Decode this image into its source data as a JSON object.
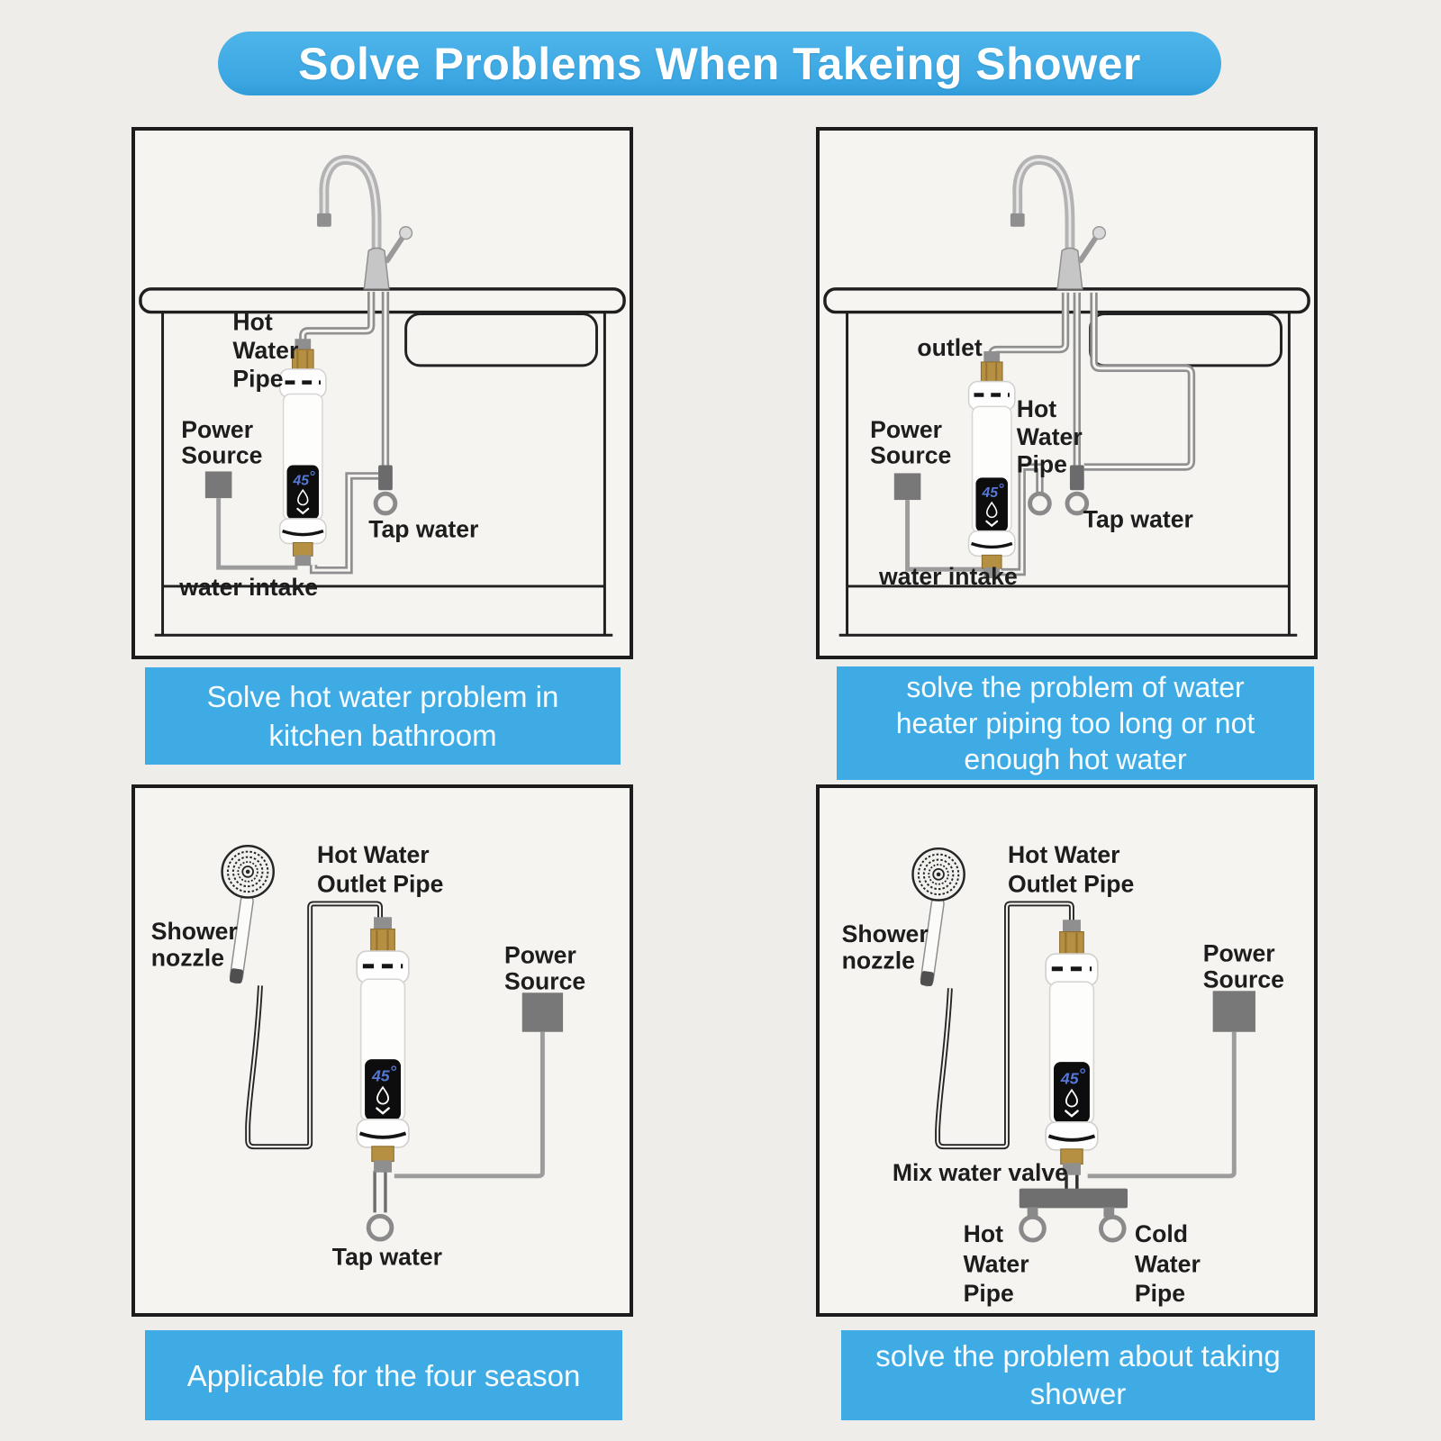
{
  "title": "Solve Problems When Takeing Shower",
  "colors": {
    "accent_blue": "#3fabe5",
    "panel_border": "#1c1c1c",
    "pipe_gray": "#8f8f8f",
    "power_gray": "#787878",
    "brass": "#b58f42",
    "display_blue": "#5577d6"
  },
  "heater": {
    "display_temp": "45"
  },
  "panels": {
    "kitchen": {
      "labels": {
        "hot_water_pipe": [
          "Hot",
          "Water",
          "Pipe"
        ],
        "power_source": [
          "Power",
          "Source"
        ],
        "tap_water": "Tap water",
        "water_intake": "water intake"
      },
      "caption_lines": [
        "Solve hot water problem in",
        "kitchen bathroom"
      ]
    },
    "piping": {
      "labels": {
        "outlet": "outlet",
        "power_source": [
          "Power",
          "Source"
        ],
        "hot_water_pipe": [
          "Hot",
          "Water",
          "Pipe"
        ],
        "tap_water": "Tap water",
        "water_intake": "water intake"
      },
      "caption_lines": [
        "solve the problem of water",
        "heater piping too long or not",
        "enough hot water"
      ]
    },
    "seasons": {
      "labels": {
        "hot_water_outlet_pipe": [
          "Hot Water",
          "Outlet Pipe"
        ],
        "shower_nozzle": [
          "Shower",
          "nozzle"
        ],
        "power_source": [
          "Power",
          "Source"
        ],
        "tap_water": "Tap water"
      },
      "caption_lines": [
        "Applicable for the four season"
      ]
    },
    "bathing": {
      "labels": {
        "hot_water_outlet_pipe": [
          "Hot Water",
          "Outlet Pipe"
        ],
        "shower_nozzle": [
          "Shower",
          "nozzle"
        ],
        "power_source": [
          "Power",
          "Source"
        ],
        "mix_water_valve": "Mix water valve",
        "hot_water_pipe": [
          "Hot",
          "Water",
          "Pipe"
        ],
        "cold_water_pipe": [
          "Cold",
          "Water",
          "Pipe"
        ]
      },
      "caption_lines": [
        "solve the problem about taking",
        "shower"
      ]
    }
  }
}
